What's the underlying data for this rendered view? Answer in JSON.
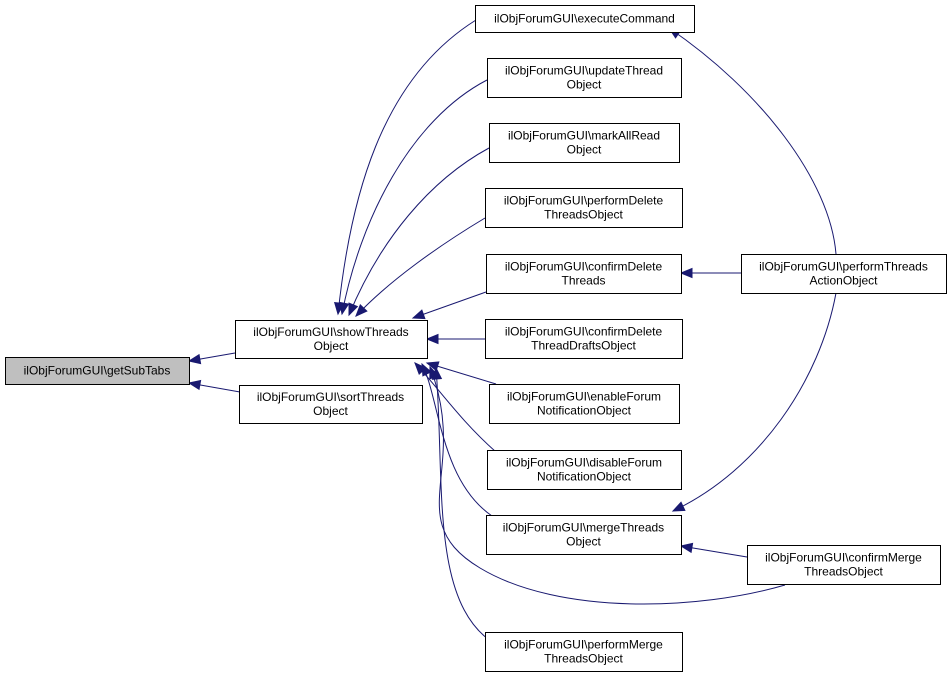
{
  "diagram": {
    "type": "call-graph",
    "colors": {
      "edge": "#191970",
      "root_fill": "#bfbfbf",
      "node_fill": "#ffffff",
      "node_border": "#000000"
    },
    "nodes": [
      {
        "id": "getSubTabs",
        "lines": [
          "ilObjForumGUI\\getSubTabs"
        ],
        "root": true
      },
      {
        "id": "showThreadsObject",
        "lines": [
          "ilObjForumGUI\\showThreads",
          "Object"
        ]
      },
      {
        "id": "sortThreadsObject",
        "lines": [
          "ilObjForumGUI\\sortThreads",
          "Object"
        ]
      },
      {
        "id": "executeCommand",
        "lines": [
          "ilObjForumGUI\\executeCommand"
        ]
      },
      {
        "id": "updateThreadObject",
        "lines": [
          "ilObjForumGUI\\updateThread",
          "Object"
        ]
      },
      {
        "id": "markAllReadObject",
        "lines": [
          "ilObjForumGUI\\markAllRead",
          "Object"
        ]
      },
      {
        "id": "performDeleteThreadsObject",
        "lines": [
          "ilObjForumGUI\\performDelete",
          "ThreadsObject"
        ]
      },
      {
        "id": "confirmDeleteThreads",
        "lines": [
          "ilObjForumGUI\\confirmDelete",
          "Threads"
        ]
      },
      {
        "id": "confirmDeleteThreadDraftsObject",
        "lines": [
          "ilObjForumGUI\\confirmDelete",
          "ThreadDraftsObject"
        ]
      },
      {
        "id": "enableForumNotificationObject",
        "lines": [
          "ilObjForumGUI\\enableForum",
          "NotificationObject"
        ]
      },
      {
        "id": "disableForumNotificationObject",
        "lines": [
          "ilObjForumGUI\\disableForum",
          "NotificationObject"
        ]
      },
      {
        "id": "mergeThreadsObject",
        "lines": [
          "ilObjForumGUI\\mergeThreads",
          "Object"
        ]
      },
      {
        "id": "performMergeThreadsObject",
        "lines": [
          "ilObjForumGUI\\performMerge",
          "ThreadsObject"
        ]
      },
      {
        "id": "performThreadsActionObject",
        "lines": [
          "ilObjForumGUI\\performThreads",
          "ActionObject"
        ]
      },
      {
        "id": "confirmMergeThreadsObject",
        "lines": [
          "ilObjForumGUI\\confirmMerge",
          "ThreadsObject"
        ]
      }
    ],
    "edges": [
      {
        "from": "showThreadsObject",
        "to": "getSubTabs"
      },
      {
        "from": "sortThreadsObject",
        "to": "getSubTabs"
      },
      {
        "from": "executeCommand",
        "to": "showThreadsObject"
      },
      {
        "from": "updateThreadObject",
        "to": "showThreadsObject"
      },
      {
        "from": "markAllReadObject",
        "to": "showThreadsObject"
      },
      {
        "from": "performDeleteThreadsObject",
        "to": "showThreadsObject"
      },
      {
        "from": "confirmDeleteThreads",
        "to": "showThreadsObject"
      },
      {
        "from": "confirmDeleteThreadDraftsObject",
        "to": "showThreadsObject"
      },
      {
        "from": "enableForumNotificationObject",
        "to": "showThreadsObject"
      },
      {
        "from": "disableForumNotificationObject",
        "to": "showThreadsObject"
      },
      {
        "from": "mergeThreadsObject",
        "to": "showThreadsObject"
      },
      {
        "from": "confirmMergeThreadsObject",
        "to": "showThreadsObject"
      },
      {
        "from": "performMergeThreadsObject",
        "to": "showThreadsObject"
      },
      {
        "from": "performThreadsActionObject",
        "to": "executeCommand"
      },
      {
        "from": "performThreadsActionObject",
        "to": "confirmDeleteThreads"
      },
      {
        "from": "performThreadsActionObject",
        "to": "mergeThreadsObject"
      },
      {
        "from": "confirmMergeThreadsObject",
        "to": "mergeThreadsObject"
      }
    ]
  }
}
